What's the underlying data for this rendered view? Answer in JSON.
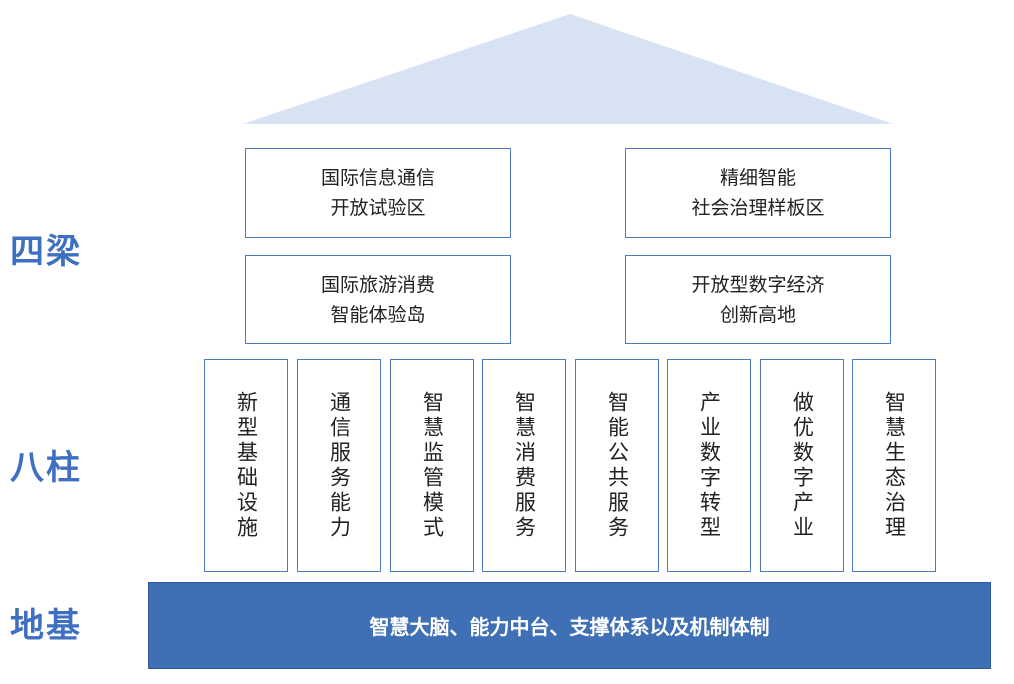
{
  "colors": {
    "roof": "#d7e2f2",
    "border": "#4f79be",
    "foundation": "#3f6fb5",
    "label": "#3f6fc0"
  },
  "labels": {
    "beams": "四梁",
    "pillars": "八柱",
    "foundation": "地基"
  },
  "beams": [
    {
      "line1": "国际信息通信",
      "line2": "开放试验区"
    },
    {
      "line1": "精细智能",
      "line2": "社会治理样板区"
    },
    {
      "line1": "国际旅游消费",
      "line2": "智能体验岛"
    },
    {
      "line1": "开放型数字经济",
      "line2": "创新高地"
    }
  ],
  "pillars": [
    "新型基础设施",
    "通信服务能力",
    "智慧监管模式",
    "智慧消费服务",
    "智能公共服务",
    "产业数字转型",
    "做优数字产业",
    "智慧生态治理"
  ],
  "foundation": {
    "text": "智慧大脑、能力中台、支撑体系以及机制体制"
  }
}
